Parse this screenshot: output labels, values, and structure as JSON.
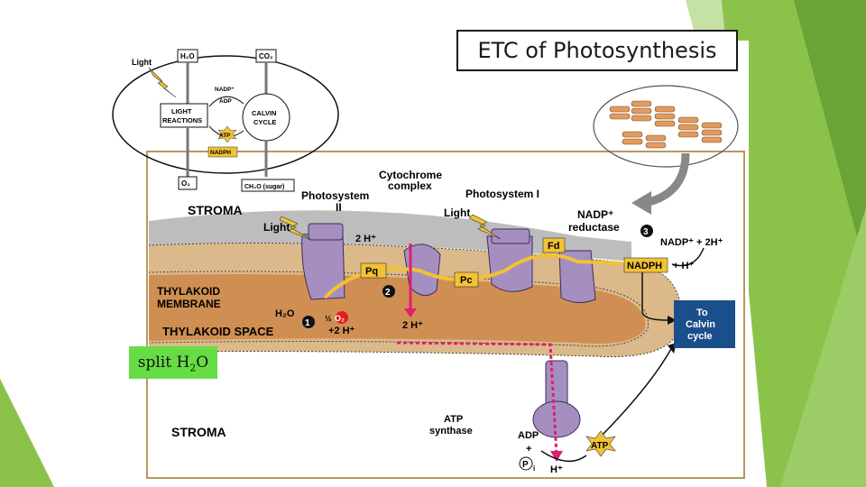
{
  "slide": {
    "title": "ETC of Photosynthesis",
    "caption": {
      "prefix": "split H",
      "subscript": "2",
      "suffix": "O"
    }
  },
  "inset": {
    "light": "Light",
    "h2o": "H₂O",
    "co2": "CO₂",
    "nadp": "NADP⁺",
    "adp": "ADP",
    "light_reactions_1": "LIGHT",
    "light_reactions_2": "REACTIONS",
    "calvin_1": "CALVIN",
    "calvin_2": "CYCLE",
    "atp": "ATP",
    "nadph": "NADPH",
    "o2": "O₂",
    "sugar": "CH₂O (sugar)"
  },
  "diagram": {
    "stroma_top": "STROMA",
    "stroma_bottom": "STROMA",
    "thylakoid_membrane_1": "THYLAKOID",
    "thylakoid_membrane_2": "MEMBRANE",
    "thylakoid_space": "THYLAKOID SPACE",
    "photosystem2_1": "Photosystem",
    "photosystem2_2": "II",
    "photosystem1": "Photosystem I",
    "cytochrome_1": "Cytochrome",
    "cytochrome_2": "complex",
    "light_left": "Light",
    "light_right": "Light",
    "nadp_reductase_1": "NADP⁺",
    "nadp_reductase_2": "reductase",
    "step1": "1",
    "step2": "2",
    "step3": "3",
    "two_h_top": "2 H⁺",
    "fd": "Fd",
    "pq": "Pq",
    "pc": "Pc",
    "h2o": "H₂O",
    "half_o2_half": "½",
    "half_o2_o": "O₂",
    "plus_2h": "+2 H⁺",
    "two_h_bottom": "2 H⁺",
    "nadp_plus_2h": "NADP⁺ + 2H⁺",
    "nadph": "NADPH",
    "plus_h": "+ H⁺",
    "to_calvin_1": "To",
    "to_calvin_2": "Calvin",
    "to_calvin_3": "cycle",
    "atp_synthase_1": "ATP",
    "atp_synthase_2": "synthase",
    "adp": "ADP",
    "plus": "+",
    "pi": "P",
    "pi_sub": "i",
    "h_plus": "H⁺",
    "atp": "ATP"
  },
  "colors": {
    "slide_green": "#8bc34a",
    "slide_green_light": "#c5e1a5",
    "membrane": "#dcb98a",
    "lumen": "#d08f52",
    "stroma_gray": "#bdbdbd",
    "protein_purple": "#a58fc0",
    "electron_yellow": "#f2c233",
    "proton_red": "#e01e73",
    "calvin_box": "#1a4f8b"
  }
}
